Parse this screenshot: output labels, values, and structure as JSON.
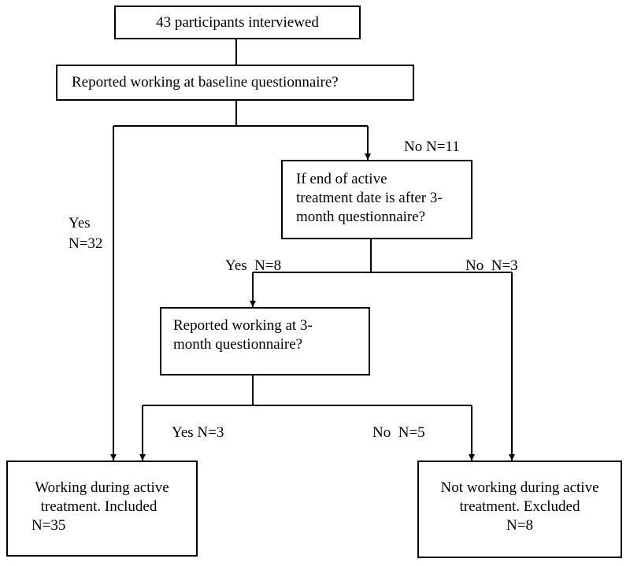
{
  "boxes": {
    "participants": "43 participants interviewed",
    "baseline_question": "Reported working at baseline questionnaire?",
    "treatment_question": [
      "If end of active",
      "treatment date is after 3-",
      "month questionnaire?"
    ],
    "three_month_question": [
      "Reported working at 3-",
      "month questionnaire?"
    ],
    "included": [
      "Working during active",
      "treatment. Included",
      "N=35"
    ],
    "excluded": [
      "Not working during active",
      "treatment. Excluded",
      "N=8"
    ]
  },
  "labels": {
    "baseline_no": "No N=11",
    "baseline_yes": [
      "Yes",
      "N=32"
    ],
    "treatment_yes": "Yes  N=8",
    "treatment_no": "No  N=3",
    "three_month_yes": "Yes N=3",
    "three_month_no": "No  N=5"
  }
}
